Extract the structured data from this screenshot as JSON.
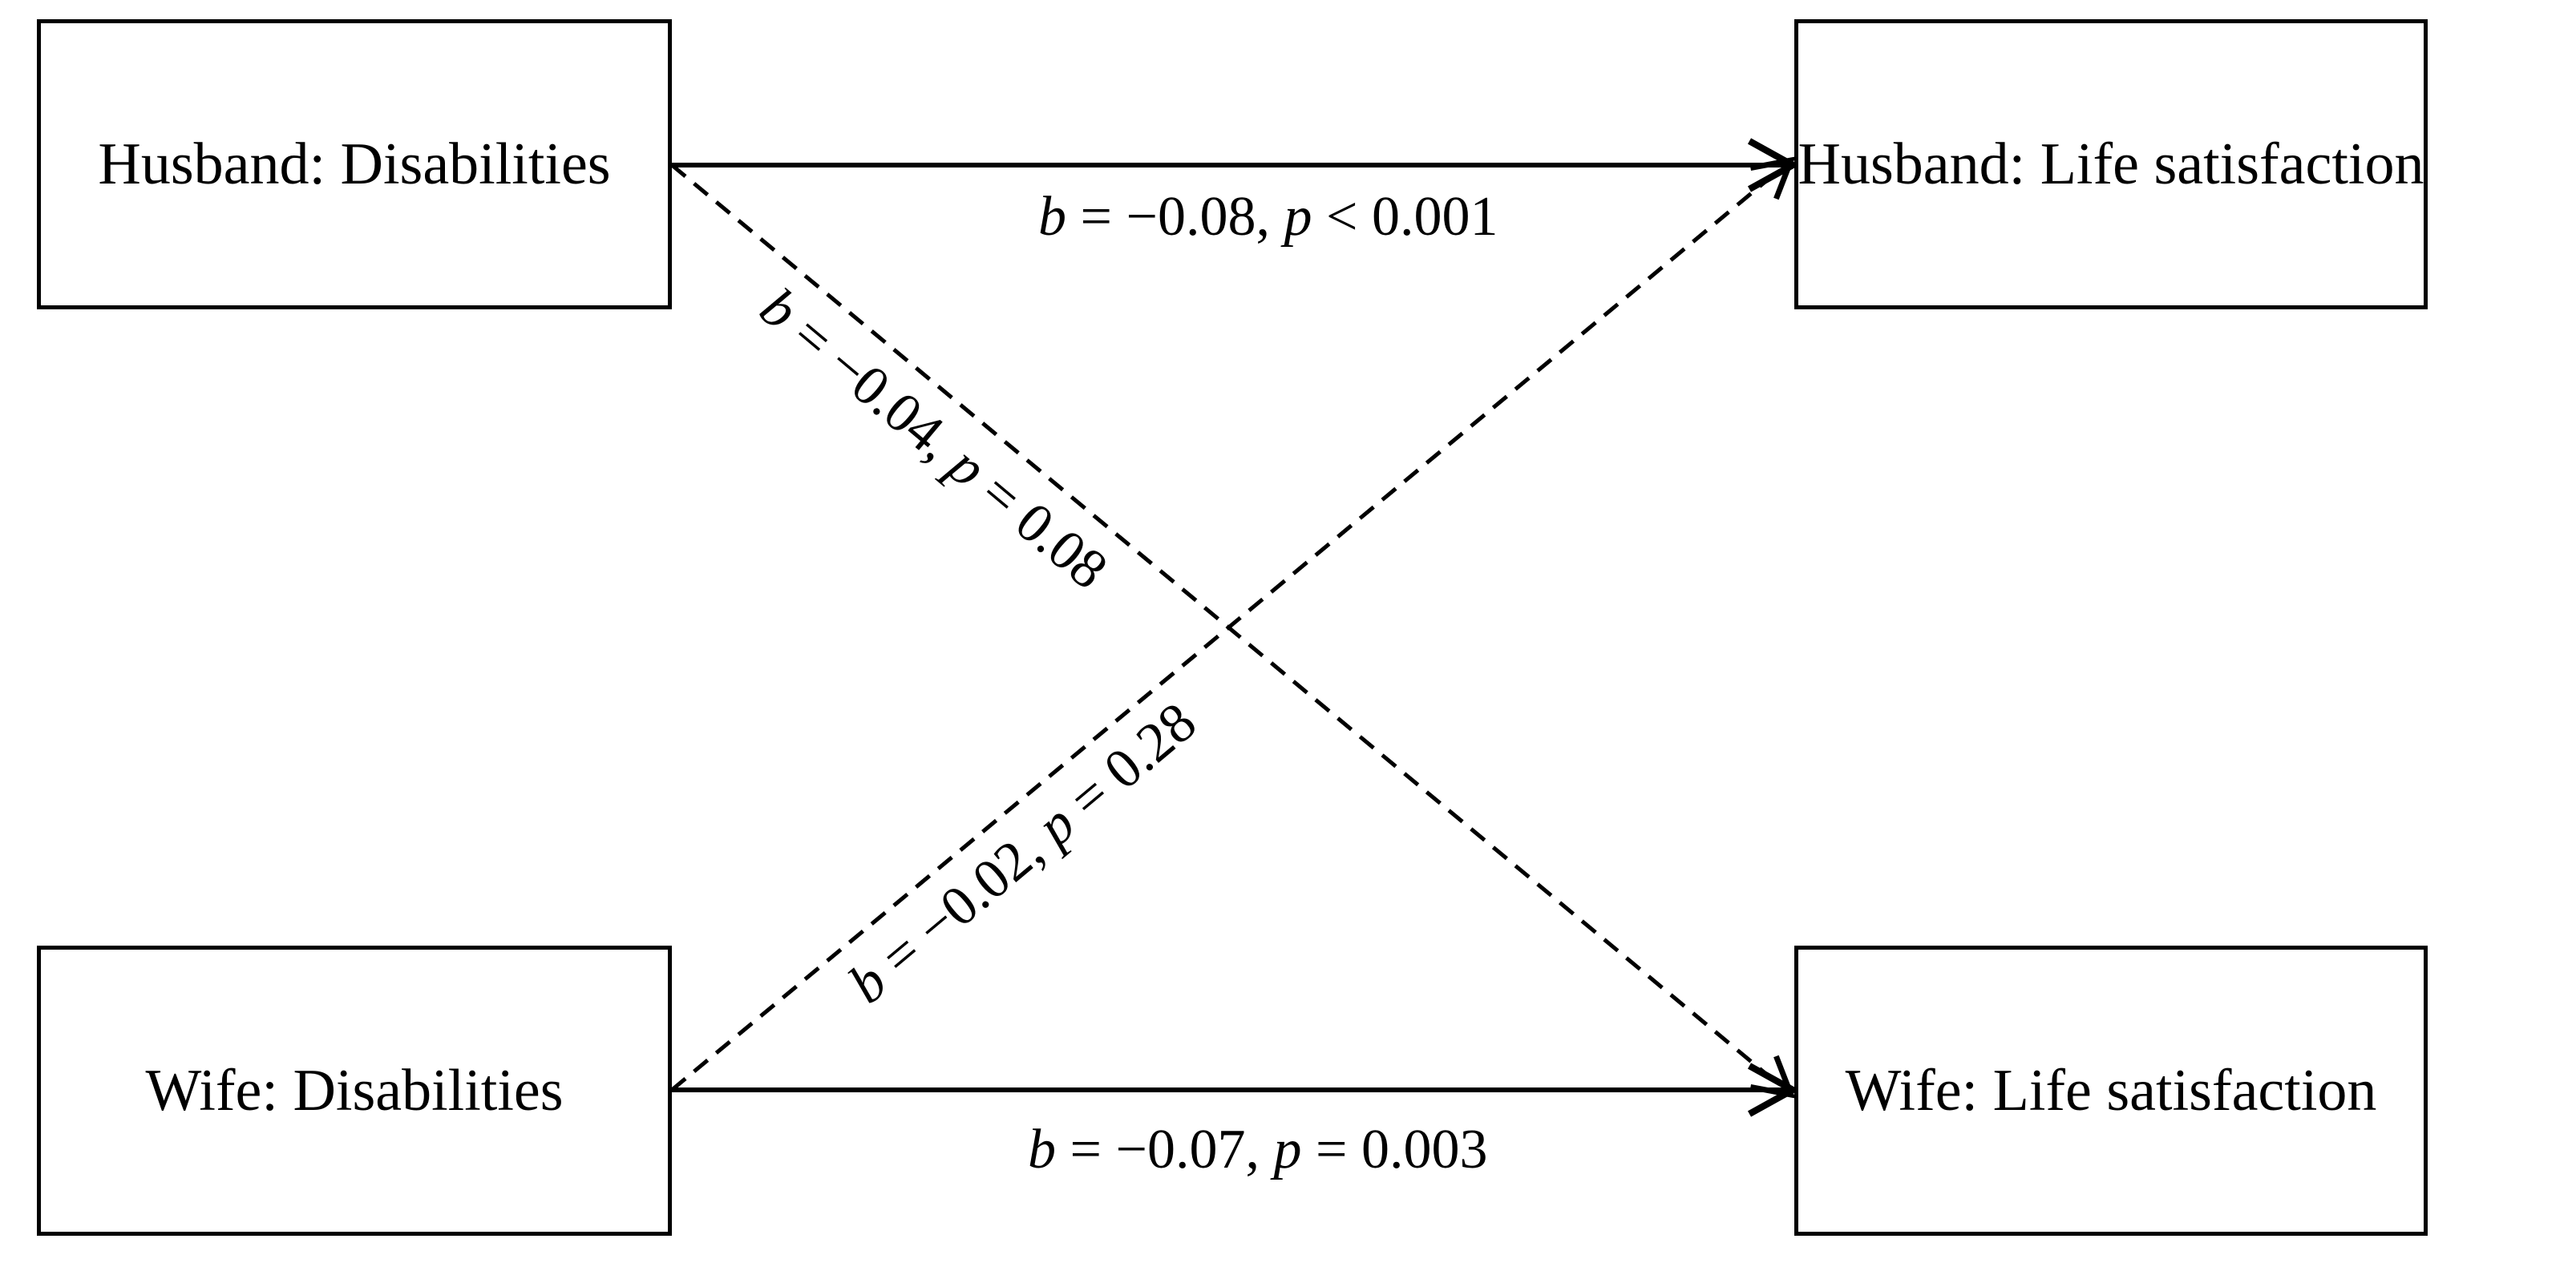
{
  "nodes": {
    "husband_disabilities": "Husband: Disabilities",
    "wife_disabilities": "Wife: Disabilities",
    "husband_life_satisfaction": "Husband: Life satisfaction",
    "wife_life_satisfaction": "Wife: Life satisfaction"
  },
  "edges": {
    "husband_to_husband": {
      "b_symbol": "b",
      "b_value": " = −0.08, ",
      "p_symbol": "p",
      "p_value": " < 0.001",
      "style": "solid"
    },
    "wife_to_wife": {
      "b_symbol": "b",
      "b_value": " = −0.07, ",
      "p_symbol": "p",
      "p_value": " = 0.003",
      "style": "solid"
    },
    "husband_to_wife": {
      "b_symbol": "b",
      "b_value": " = −0.04, ",
      "p_symbol": "p",
      "p_value": " = 0.08",
      "style": "dashed"
    },
    "wife_to_husband": {
      "b_symbol": "b",
      "b_value": " = −0.02, ",
      "p_symbol": "p",
      "p_value": " = 0.28",
      "style": "dashed"
    }
  },
  "colors": {
    "line": "#000000",
    "background": "#ffffff"
  }
}
